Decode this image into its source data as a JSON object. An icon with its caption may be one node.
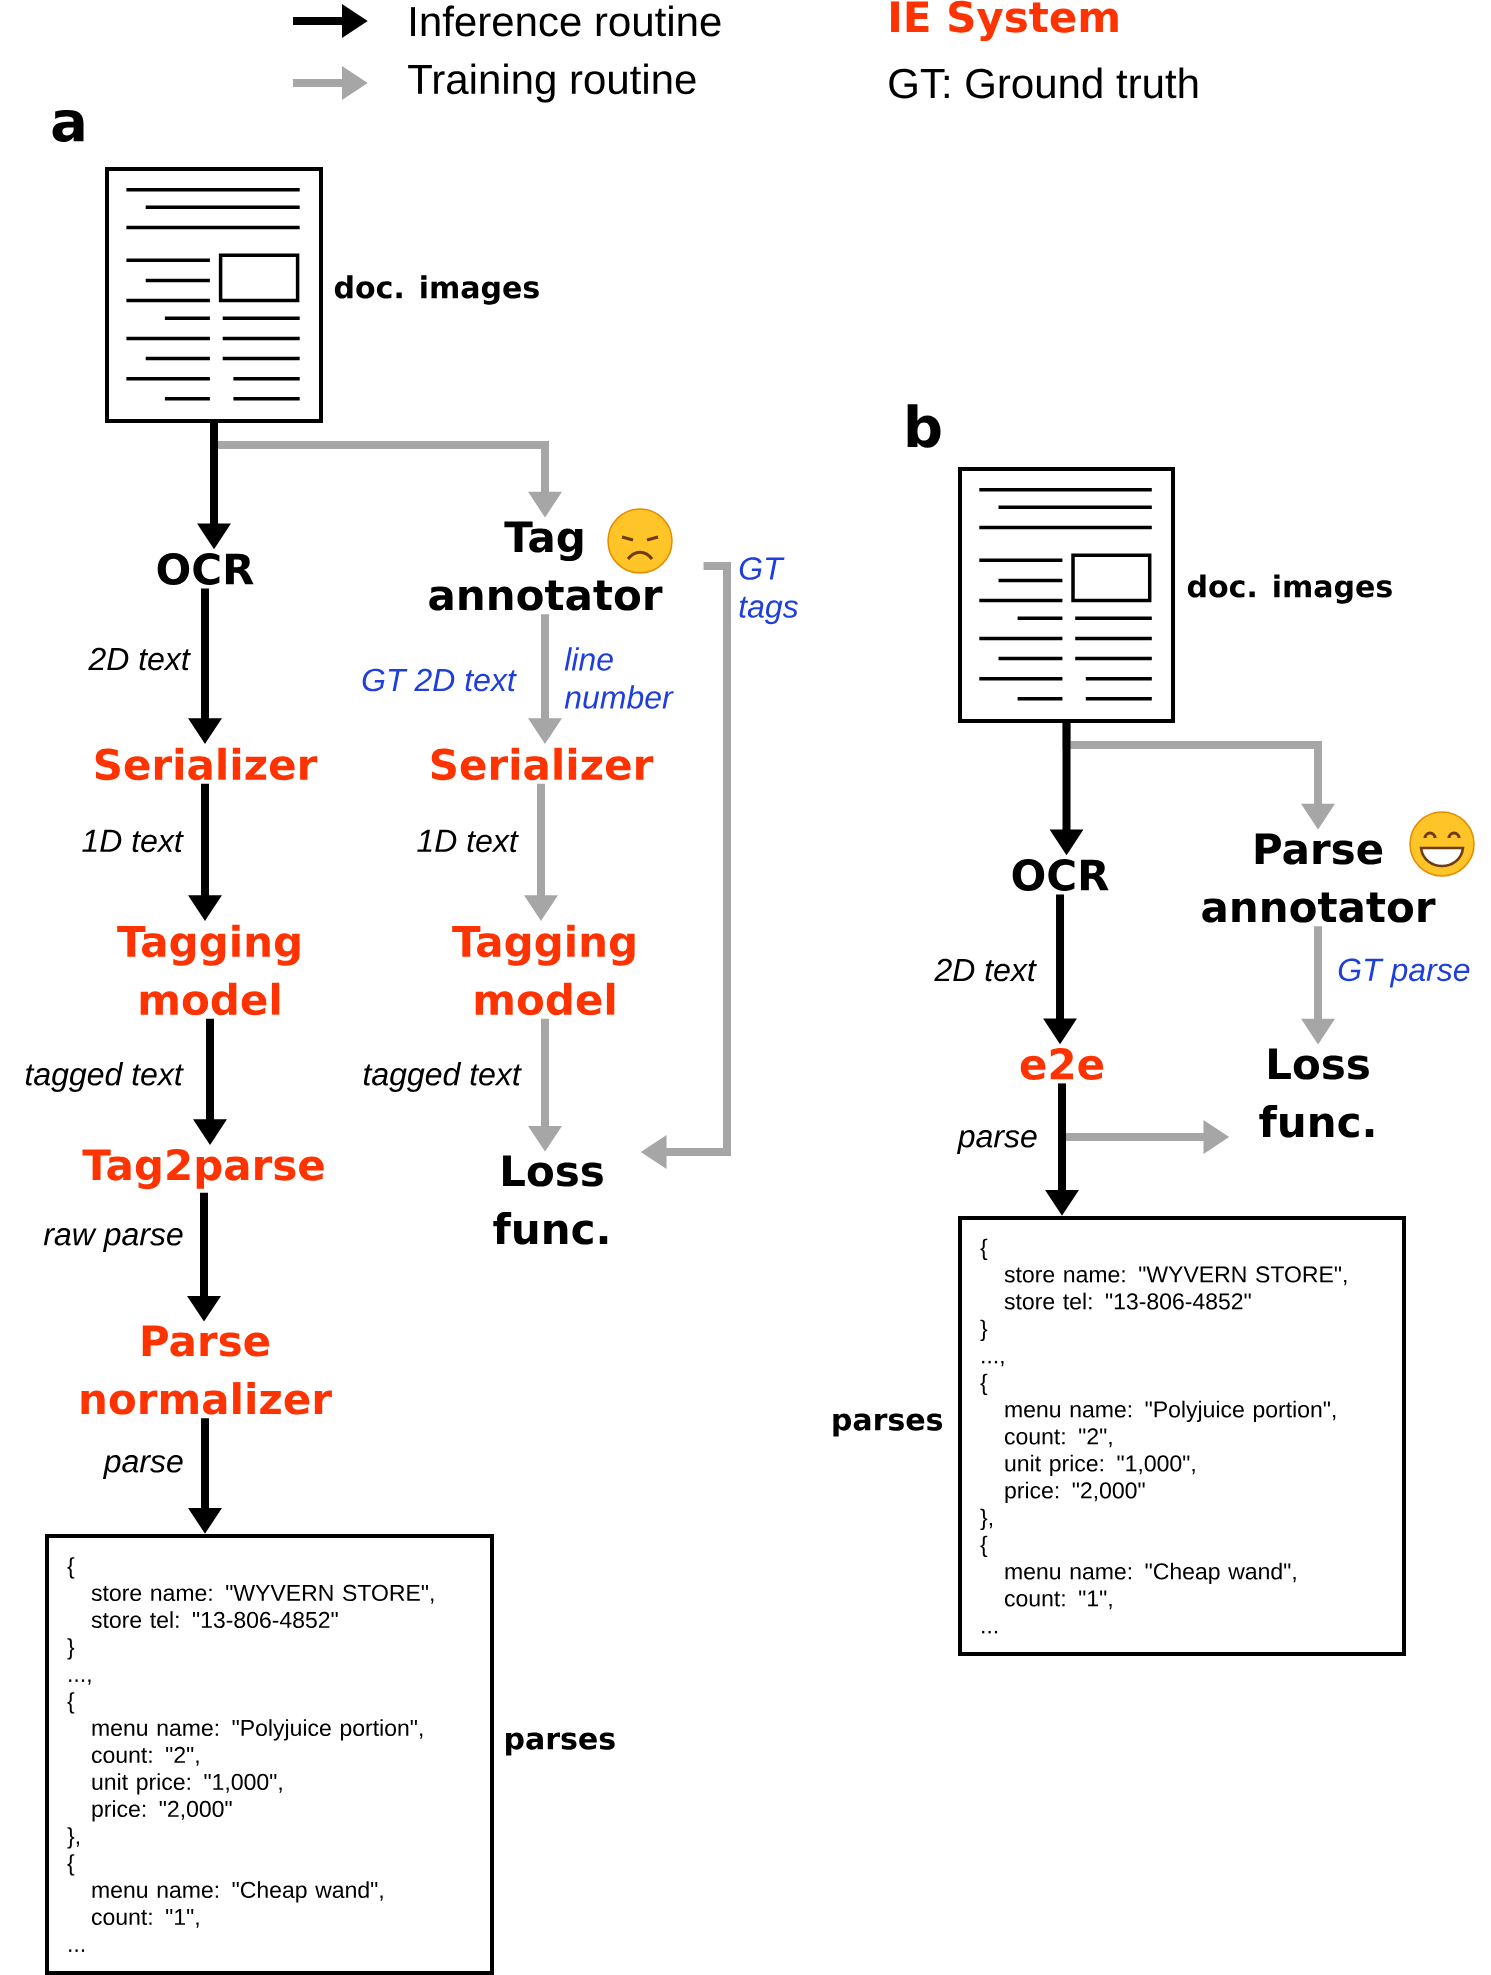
{
  "diagram": {
    "nodes": [
      {
        "text": [],
        "shape": "picture",
        "beside": [
          "doc. images"
        ]
      },
      {
        "text": [
          "OCR"
        ]
      },
      {
        "text": [
          "Tag annotator"
        ]
      },
      {
        "text": [
          "Serializer"
        ]
      },
      {
        "text": [
          "Serializer"
        ]
      },
      {
        "text": [
          "Tagging model"
        ]
      },
      {
        "text": [
          "Tagging model"
        ]
      },
      {
        "text": [
          "Tag2parse"
        ]
      },
      {
        "text": [
          "Loss func."
        ]
      },
      {
        "text": [
          "Parse normalizer"
        ]
      },
      {
        "text": [
          "{",
          "store name: \"WYVERN STORE\",",
          "store tel: \"13-806-4852\"",
          "}",
          "...,",
          "{",
          "menu name: \"Polyjuice portion\",",
          "count: \"2\",",
          "unit price: \"1,000\",",
          "price: \"2,000\"",
          "},",
          "{",
          "menu name: \"Cheap wand\",",
          "count: \"1\",",
          "..."
        ],
        "beside": [
          "parses"
        ]
      },
      {
        "text": [],
        "shape": "picture",
        "beside": [
          "doc. images"
        ]
      },
      {
        "text": [
          "OCR"
        ]
      },
      {
        "text": [
          "Parse annotator"
        ]
      },
      {
        "text": [
          "e2e"
        ]
      },
      {
        "text": [
          "Loss func."
        ]
      },
      {
        "text": [
          "{",
          "store name: \"WYVERN STORE\",",
          "store tel: \"13-806-4852\"",
          "}",
          "...,",
          "{",
          "menu name: \"Polyjuice portion\",",
          "count: \"2\",",
          "unit price: \"1,000\",",
          "price: \"2,000\"",
          "},",
          "{",
          "menu name: \"Cheap wand\",",
          "count: \"1\",",
          "..."
        ],
        "beside": [
          "parses"
        ]
      }
    ],
    "edges": [
      {
        "from": 0,
        "to": 1,
        "arrow": "to"
      },
      {
        "from": 0,
        "to": 2,
        "arrow": "to",
        "color": "#a6a6a6"
      },
      {
        "from": 1,
        "to": 3,
        "arrow": "to",
        "label": "2D text"
      },
      {
        "from": 2,
        "to": 4,
        "arrow": "to",
        "label": "GT 2D text",
        "color": "#a6a6a6"
      },
      {
        "from": 2,
        "to": 8,
        "arrow": "to",
        "label": "GT tags",
        "color": "#a6a6a6"
      },
      {
        "from": 3,
        "to": 5,
        "arrow": "to",
        "label": "1D text"
      },
      {
        "from": 4,
        "to": 6,
        "arrow": "to",
        "label": "1D text",
        "color": "#a6a6a6"
      },
      {
        "from": 5,
        "to": 7,
        "arrow": "to",
        "label": "tagged text"
      },
      {
        "from": 6,
        "to": 8,
        "arrow": "to",
        "label": "tagged text",
        "color": "#a6a6a6"
      },
      {
        "from": 7,
        "to": 9,
        "arrow": "to",
        "label": "raw parse"
      },
      {
        "from": 9,
        "to": 10,
        "arrow": "to",
        "label": "parse"
      },
      {
        "from": 11,
        "to": 12,
        "arrow": "to"
      },
      {
        "from": 11,
        "to": 13,
        "arrow": "to",
        "color": "#a6a6a6"
      },
      {
        "from": 12,
        "to": 14,
        "arrow": "to",
        "label": "2D text"
      },
      {
        "from": 13,
        "to": 15,
        "arrow": "to",
        "label": "GT parse",
        "color": "#a6a6a6"
      },
      {
        "from": 14,
        "to": 16,
        "arrow": "to",
        "label": "parse"
      },
      {
        "from": 14,
        "to": 15,
        "arrow": "to",
        "color": "#a6a6a6"
      }
    ],
    "labels": [
      "IE System",
      "GT: Ground truth",
      "a",
      "line number",
      "b"
    ],
    "legend": [
      {
        "text": "Inference routine"
      },
      {
        "text": "Training routine"
      }
    ]
  }
}
